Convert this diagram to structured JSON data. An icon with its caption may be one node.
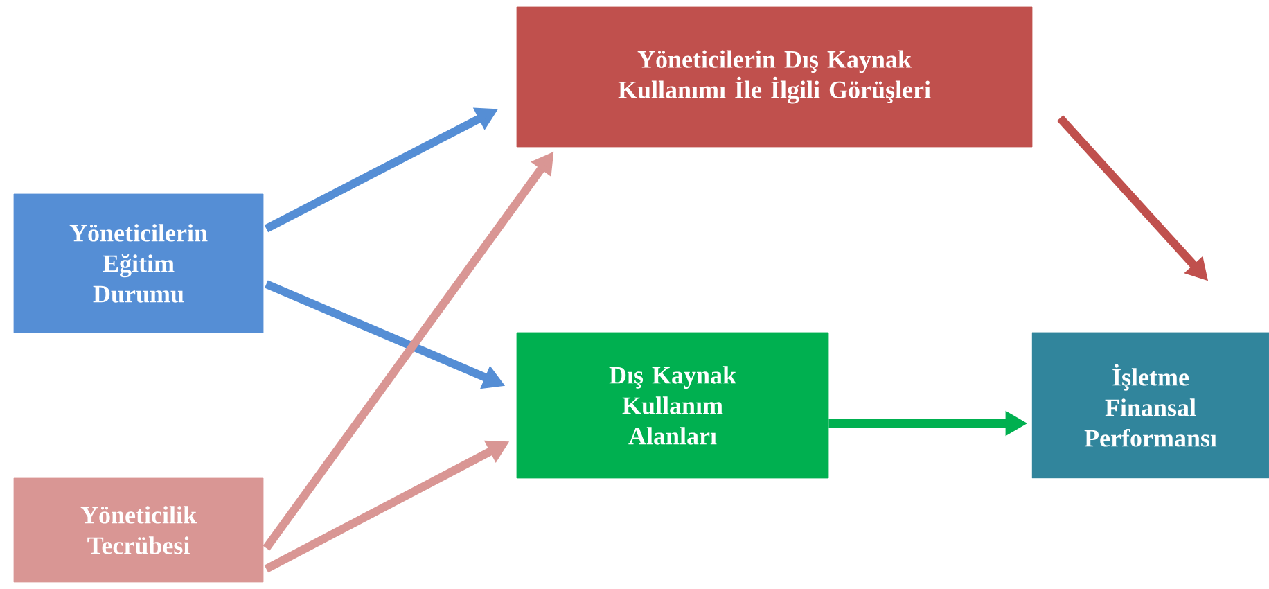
{
  "diagram": {
    "nodes": [
      {
        "text": [
          "Yöneticilerin Dış Kaynak Kullanımı İle İlgili Görüşleri"
        ]
      },
      {
        "text": [
          "Yöneticilerin Eğitim Durumu"
        ]
      },
      {
        "text": [
          "Dış Kaynak Kullanım Alanları"
        ]
      },
      {
        "text": [
          "İşletme Finansal Performansı"
        ]
      },
      {
        "text": [
          "Yöneticilik Tecrübesi"
        ]
      }
    ],
    "edges": [
      {
        "from": 1,
        "to": 0,
        "arrow": "to",
        "color": "#558ed5"
      },
      {
        "from": 1,
        "to": 2,
        "arrow": "to",
        "color": "#558ed5"
      },
      {
        "from": 4,
        "to": 0,
        "arrow": "to",
        "color": "#d99694"
      },
      {
        "from": 4,
        "to": 2,
        "arrow": "to",
        "color": "#d99694"
      },
      {
        "from": 0,
        "to": 3,
        "arrow": "to",
        "color": "#c0504d"
      },
      {
        "from": 2,
        "to": 3,
        "arrow": "to",
        "color": "#00b050"
      }
    ]
  }
}
